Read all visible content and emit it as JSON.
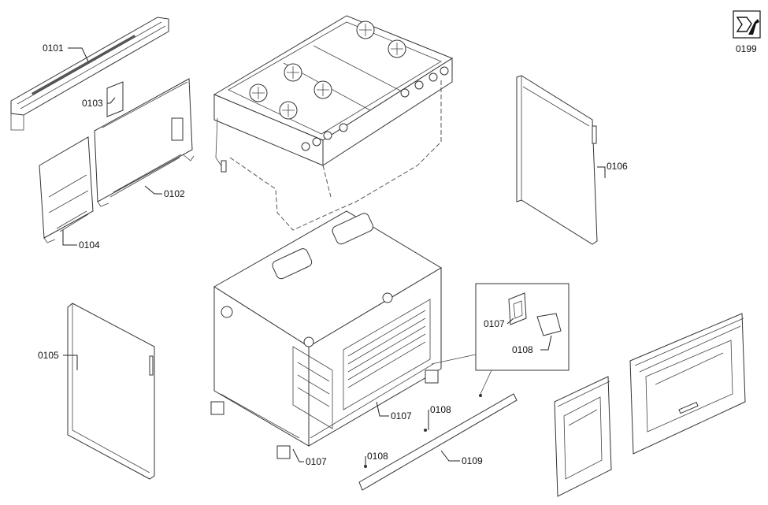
{
  "labels": {
    "p0101": "0101",
    "p0102": "0102",
    "p0103": "0103",
    "p0104": "0104",
    "p0105": "0105",
    "p0106": "0106",
    "p0107_a": "0107",
    "p0107_b": "0107",
    "p0107_c": "0107",
    "p0108_a": "0108",
    "p0108_b": "0108",
    "p0108_c": "0108",
    "p0109": "0109",
    "p0199": "0199"
  },
  "icons": {
    "service": "wrench-tool-icon"
  }
}
